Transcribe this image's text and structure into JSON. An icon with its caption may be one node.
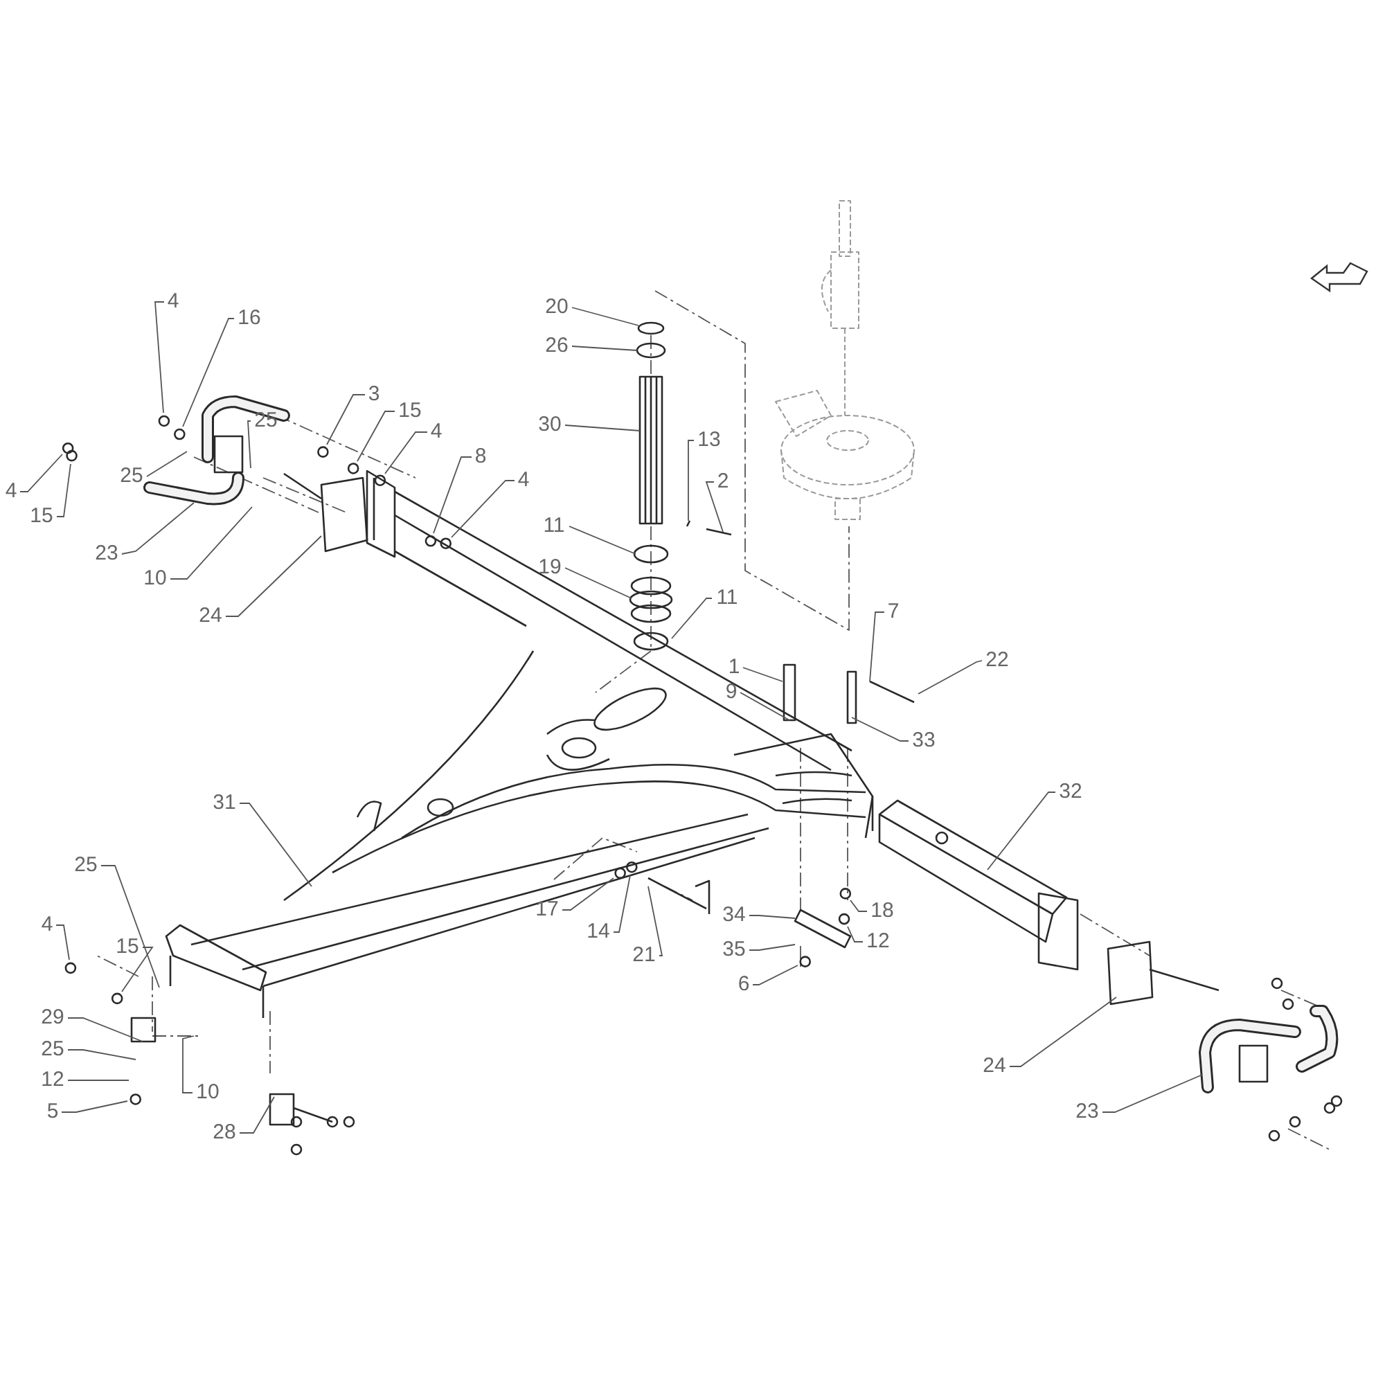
{
  "diagram": {
    "nodes": [
      {
        "text": [
          "4"
        ]
      },
      {
        "text": [
          "16"
        ]
      },
      {
        "text": [
          "25"
        ]
      },
      {
        "text": [
          "3"
        ]
      },
      {
        "text": [
          "15"
        ]
      },
      {
        "text": [
          "4"
        ]
      },
      {
        "text": [
          "25"
        ]
      },
      {
        "text": [
          "4"
        ]
      },
      {
        "text": [
          "15"
        ]
      },
      {
        "text": [
          "23"
        ]
      },
      {
        "text": [
          "10"
        ]
      },
      {
        "text": [
          "24"
        ]
      },
      {
        "text": [
          "8"
        ]
      },
      {
        "text": [
          "4"
        ]
      },
      {
        "text": [
          "20"
        ]
      },
      {
        "text": [
          "26"
        ]
      },
      {
        "text": [
          "30"
        ]
      },
      {
        "text": [
          "13"
        ]
      },
      {
        "text": [
          "2"
        ]
      },
      {
        "text": [
          "11"
        ]
      },
      {
        "text": [
          "19"
        ]
      },
      {
        "text": [
          "11"
        ]
      },
      {
        "text": [
          "1"
        ]
      },
      {
        "text": [
          "9"
        ]
      },
      {
        "text": [
          "7"
        ]
      },
      {
        "text": [
          "22"
        ]
      },
      {
        "text": [
          "33"
        ]
      },
      {
        "text": [
          "31"
        ]
      },
      {
        "text": [
          "32"
        ]
      },
      {
        "text": [
          "25"
        ]
      },
      {
        "text": [
          "4"
        ]
      },
      {
        "text": [
          "15"
        ]
      },
      {
        "text": [
          "29"
        ]
      },
      {
        "text": [
          "25"
        ]
      },
      {
        "text": [
          "12"
        ]
      },
      {
        "text": [
          "5"
        ]
      },
      {
        "text": [
          "10"
        ]
      },
      {
        "text": [
          "28"
        ]
      },
      {
        "text": [
          "17"
        ]
      },
      {
        "text": [
          "14"
        ]
      },
      {
        "text": [
          "21"
        ]
      },
      {
        "text": [
          "34"
        ]
      },
      {
        "text": [
          "18"
        ]
      },
      {
        "text": [
          "12"
        ]
      },
      {
        "text": [
          "35"
        ]
      },
      {
        "text": [
          "6"
        ]
      },
      {
        "text": [
          "24"
        ]
      },
      {
        "text": [
          "23"
        ]
      }
    ],
    "edges": [
      {
        "from": 0,
        "to": null,
        "arrow": "none"
      },
      {
        "from": 1,
        "to": null,
        "arrow": "none"
      },
      {
        "from": 2,
        "to": null,
        "arrow": "none"
      },
      {
        "from": 3,
        "to": null,
        "arrow": "none"
      },
      {
        "from": 4,
        "to": null,
        "arrow": "none"
      },
      {
        "from": 5,
        "to": null,
        "arrow": "none"
      },
      {
        "from": 6,
        "to": null,
        "arrow": "none"
      },
      {
        "from": 7,
        "to": null,
        "arrow": "none"
      },
      {
        "from": 8,
        "to": null,
        "arrow": "none"
      },
      {
        "from": 9,
        "to": null,
        "arrow": "none"
      },
      {
        "from": 10,
        "to": null,
        "arrow": "none"
      },
      {
        "from": 11,
        "to": null,
        "arrow": "none"
      },
      {
        "from": 12,
        "to": null,
        "arrow": "none"
      },
      {
        "from": 13,
        "to": null,
        "arrow": "none"
      },
      {
        "from": 14,
        "to": null,
        "arrow": "none"
      },
      {
        "from": 15,
        "to": null,
        "arrow": "none"
      },
      {
        "from": 16,
        "to": null,
        "arrow": "none"
      },
      {
        "from": 17,
        "to": null,
        "arrow": "none"
      },
      {
        "from": 18,
        "to": null,
        "arrow": "none"
      },
      {
        "from": 19,
        "to": null,
        "arrow": "none"
      },
      {
        "from": 20,
        "to": null,
        "arrow": "none"
      },
      {
        "from": 21,
        "to": null,
        "arrow": "none"
      },
      {
        "from": 22,
        "to": null,
        "arrow": "none"
      },
      {
        "from": 23,
        "to": null,
        "arrow": "none"
      },
      {
        "from": 24,
        "to": null,
        "arrow": "none"
      },
      {
        "from": 25,
        "to": null,
        "arrow": "none"
      },
      {
        "from": 26,
        "to": null,
        "arrow": "none"
      },
      {
        "from": 27,
        "to": null,
        "arrow": "none"
      },
      {
        "from": 28,
        "to": null,
        "arrow": "none"
      },
      {
        "from": 29,
        "to": null,
        "arrow": "none"
      },
      {
        "from": 30,
        "to": null,
        "arrow": "none"
      },
      {
        "from": 31,
        "to": null,
        "arrow": "none"
      },
      {
        "from": 32,
        "to": null,
        "arrow": "none"
      },
      {
        "from": 33,
        "to": null,
        "arrow": "none"
      },
      {
        "from": 34,
        "to": null,
        "arrow": "none"
      },
      {
        "from": 35,
        "to": null,
        "arrow": "none"
      },
      {
        "from": 36,
        "to": null,
        "arrow": "none"
      },
      {
        "from": 37,
        "to": null,
        "arrow": "none"
      },
      {
        "from": 38,
        "to": null,
        "arrow": "none"
      },
      {
        "from": 39,
        "to": null,
        "arrow": "none"
      },
      {
        "from": 40,
        "to": null,
        "arrow": "none"
      },
      {
        "from": 41,
        "to": null,
        "arrow": "none"
      },
      {
        "from": 42,
        "to": null,
        "arrow": "none"
      },
      {
        "from": 43,
        "to": null,
        "arrow": "none"
      },
      {
        "from": 44,
        "to": null,
        "arrow": "none"
      },
      {
        "from": 45,
        "to": null,
        "arrow": "none"
      },
      {
        "from": 46,
        "to": null,
        "arrow": "none"
      },
      {
        "from": 47,
        "to": null,
        "arrow": "none"
      }
    ]
  }
}
